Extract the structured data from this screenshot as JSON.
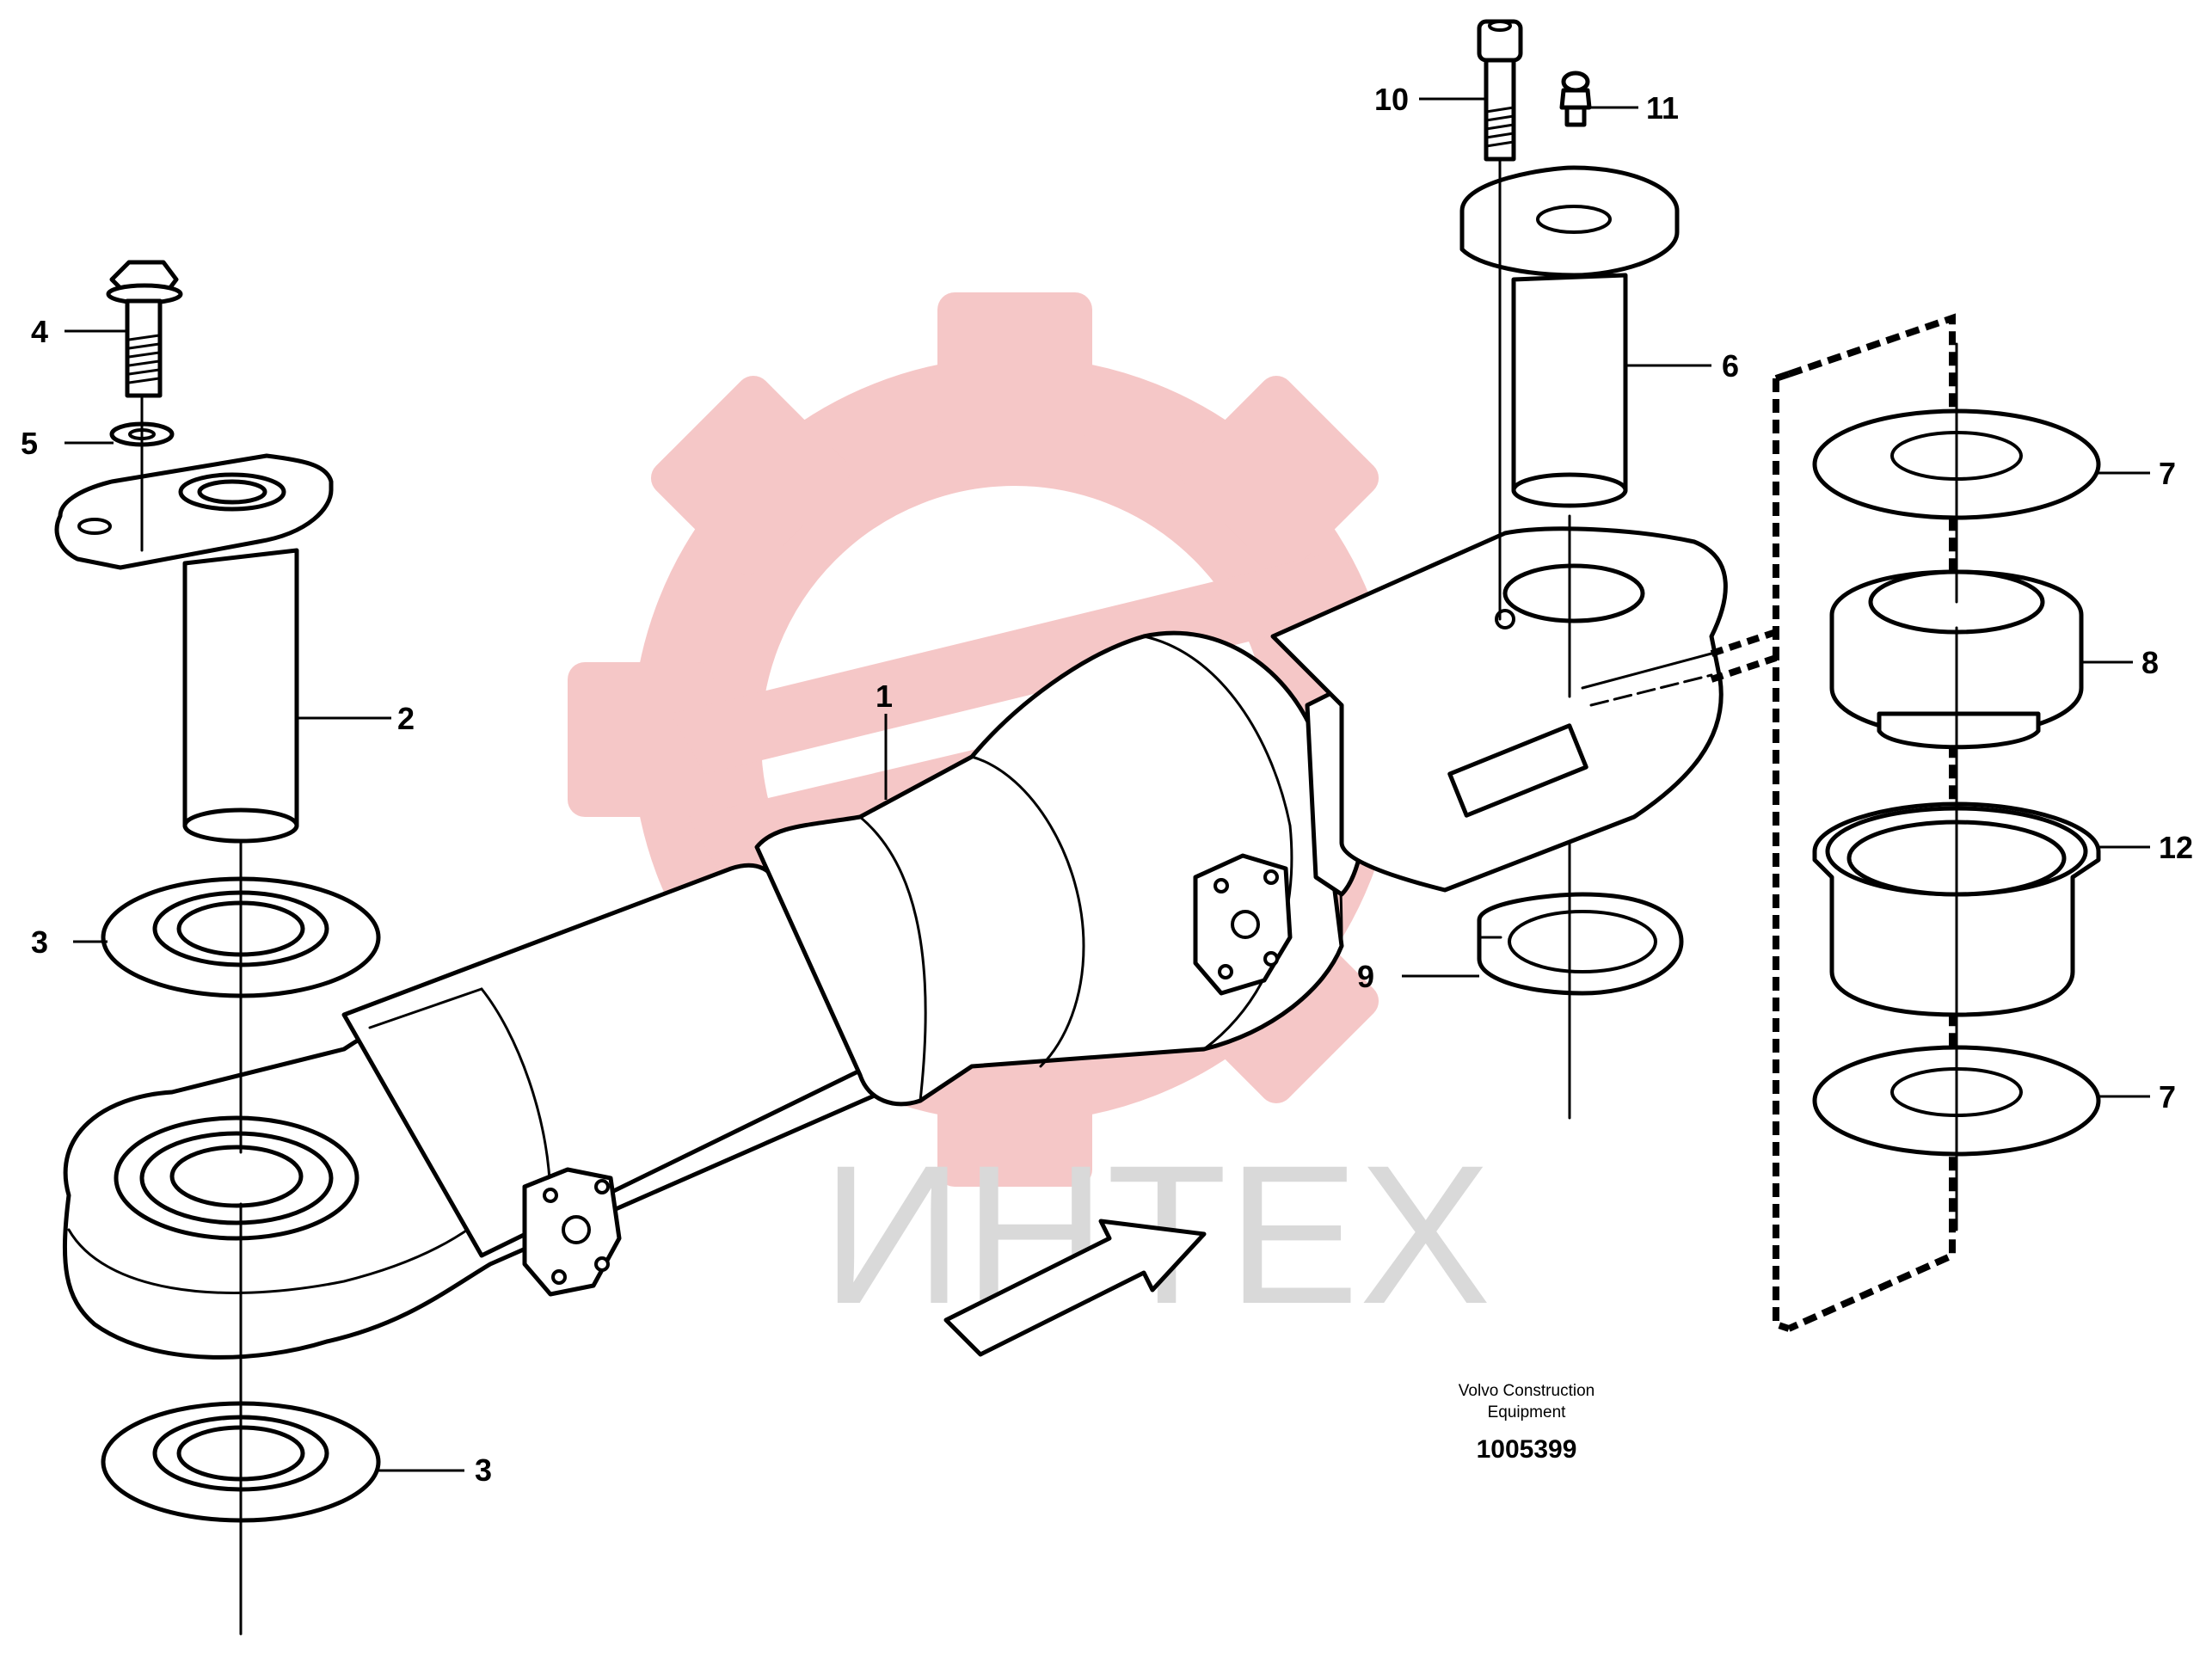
{
  "callouts": {
    "c1": "1",
    "c2": "2",
    "c3a": "3",
    "c3b": "3",
    "c4": "4",
    "c5": "5",
    "c6": "6",
    "c7a": "7",
    "c7b": "7",
    "c8": "8",
    "c9": "9",
    "c10": "10",
    "c11": "11",
    "c12": "12"
  },
  "publisher": {
    "line1": "Volvo Construction",
    "line2": "Equipment"
  },
  "drawing_number": "1005399",
  "watermark": {
    "text": "ИНТЕХ",
    "gear_color": "#f5c4c4",
    "text_color": "#d9d9d9"
  },
  "icons": {
    "direction_arrow": "view-direction-arrow",
    "group_bracket": "dashed-group-bracket"
  }
}
